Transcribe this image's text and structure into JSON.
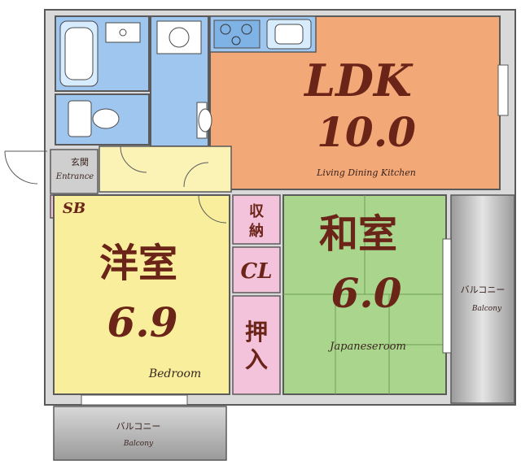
{
  "rooms": {
    "ldk": {
      "name": "LDK",
      "size": "10.0",
      "label": "Living Dining Kitchen"
    },
    "western": {
      "name": "洋室",
      "size": "6.9",
      "label": "Bedroom"
    },
    "japanese": {
      "name": "和室",
      "size": "6.0",
      "label": "Japaneseroom"
    },
    "entrance": {
      "name": "玄関",
      "label": "Entrance"
    },
    "shoebox": {
      "name": "SB"
    },
    "storage": {
      "name": "収納"
    },
    "closet": {
      "name": "CL"
    },
    "oshiire": {
      "name": "押入"
    },
    "balcony_right": {
      "name": "バルコニー",
      "label": "Balcony"
    },
    "balcony_bottom": {
      "name": "バルコニー",
      "label": "Balcony"
    }
  },
  "colors": {
    "ldk": "#f2a877",
    "western": "#f8ee9c",
    "japanese": "#a9d58c",
    "wet": "#9ec6ee",
    "hall": "#fbf3b6",
    "storage": "#f3c2db",
    "entrance": "#cfcfcf",
    "balcony": "#bdbdbd",
    "wall": "#5a5a5a",
    "text": "#6b2418"
  },
  "icons": [
    "bathtub-icon",
    "washbasin-icon",
    "washer-icon",
    "toilet-icon",
    "stove-icon",
    "sink-icon"
  ]
}
